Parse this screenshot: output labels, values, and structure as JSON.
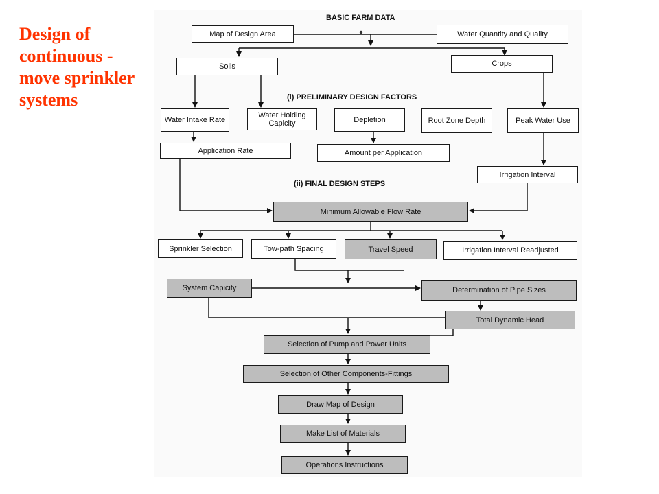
{
  "title": "Design of continuous - move sprinkler systems",
  "headers": {
    "basic": "BASIC FARM DATA",
    "preliminary": "(i) PRELIMINARY DESIGN FACTORS",
    "final": "(ii) FINAL DESIGN STEPS"
  },
  "boxes": {
    "map_design_area": "Map of Design Area",
    "water_quantity": "Water Quantity and Quality",
    "soils": "Soils",
    "crops": "Crops",
    "water_intake_rate": "Water Intake Rate",
    "water_holding": "Water Holding Capicity",
    "depletion": "Depletion",
    "root_zone": "Root Zone Depth",
    "peak_water": "Peak Water Use",
    "application_rate": "Application Rate",
    "amount_per_application": "Amount per Application",
    "irrigation_interval": "Irrigation Interval",
    "min_flow_rate": "Minimum Allowable Flow Rate",
    "sprinkler_selection": "Sprinkler Selection",
    "tow_path": "Tow-path Spacing",
    "travel_speed": "Travel Speed",
    "interval_readjusted": "Irrigation Interval Readjusted",
    "system_capacity": "System Capicity",
    "pipe_sizes": "Determination of Pipe Sizes",
    "total_dynamic_head": "Total Dynamic Head",
    "pump_power": "Selection of Pump and Power Units",
    "other_components": "Selection of Other Components-Fittings",
    "draw_map": "Draw Map of Design",
    "list_materials": "Make List of Materials",
    "operations": "Operations Instructions"
  }
}
